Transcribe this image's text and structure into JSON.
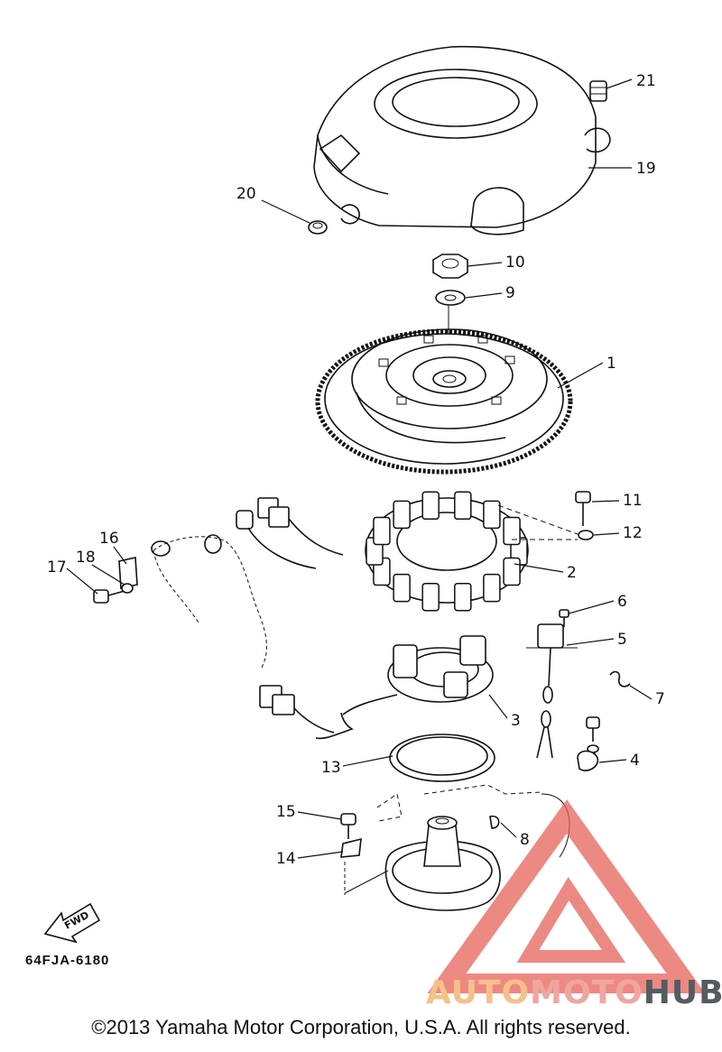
{
  "diagram": {
    "callouts": [
      {
        "id": "1",
        "label": "1"
      },
      {
        "id": "2",
        "label": "2"
      },
      {
        "id": "3",
        "label": "3"
      },
      {
        "id": "4",
        "label": "4"
      },
      {
        "id": "5",
        "label": "5"
      },
      {
        "id": "6",
        "label": "6"
      },
      {
        "id": "7",
        "label": "7"
      },
      {
        "id": "8",
        "label": "8"
      },
      {
        "id": "9",
        "label": "9"
      },
      {
        "id": "10",
        "label": "10"
      },
      {
        "id": "11",
        "label": "11"
      },
      {
        "id": "12",
        "label": "12"
      },
      {
        "id": "13",
        "label": "13"
      },
      {
        "id": "14",
        "label": "14"
      },
      {
        "id": "15",
        "label": "15"
      },
      {
        "id": "16",
        "label": "16"
      },
      {
        "id": "17",
        "label": "17"
      },
      {
        "id": "18",
        "label": "18"
      },
      {
        "id": "19",
        "label": "19"
      },
      {
        "id": "20",
        "label": "20"
      },
      {
        "id": "21",
        "label": "21"
      }
    ],
    "direction_arrow_label": "FWD",
    "drawing_code": "64FJA-6180",
    "copyright": "©2013 Yamaha Motor Corporation, U.S.A. All rights reserved."
  },
  "watermark": {
    "text_part1": "AUTO",
    "text_part2": "MOTO",
    "text_part3": "HUB",
    "colors": {
      "part1": "#f5c08a",
      "part2": "#f0a6a0",
      "part3": "#555b63",
      "triangle": "#e8625a"
    }
  }
}
